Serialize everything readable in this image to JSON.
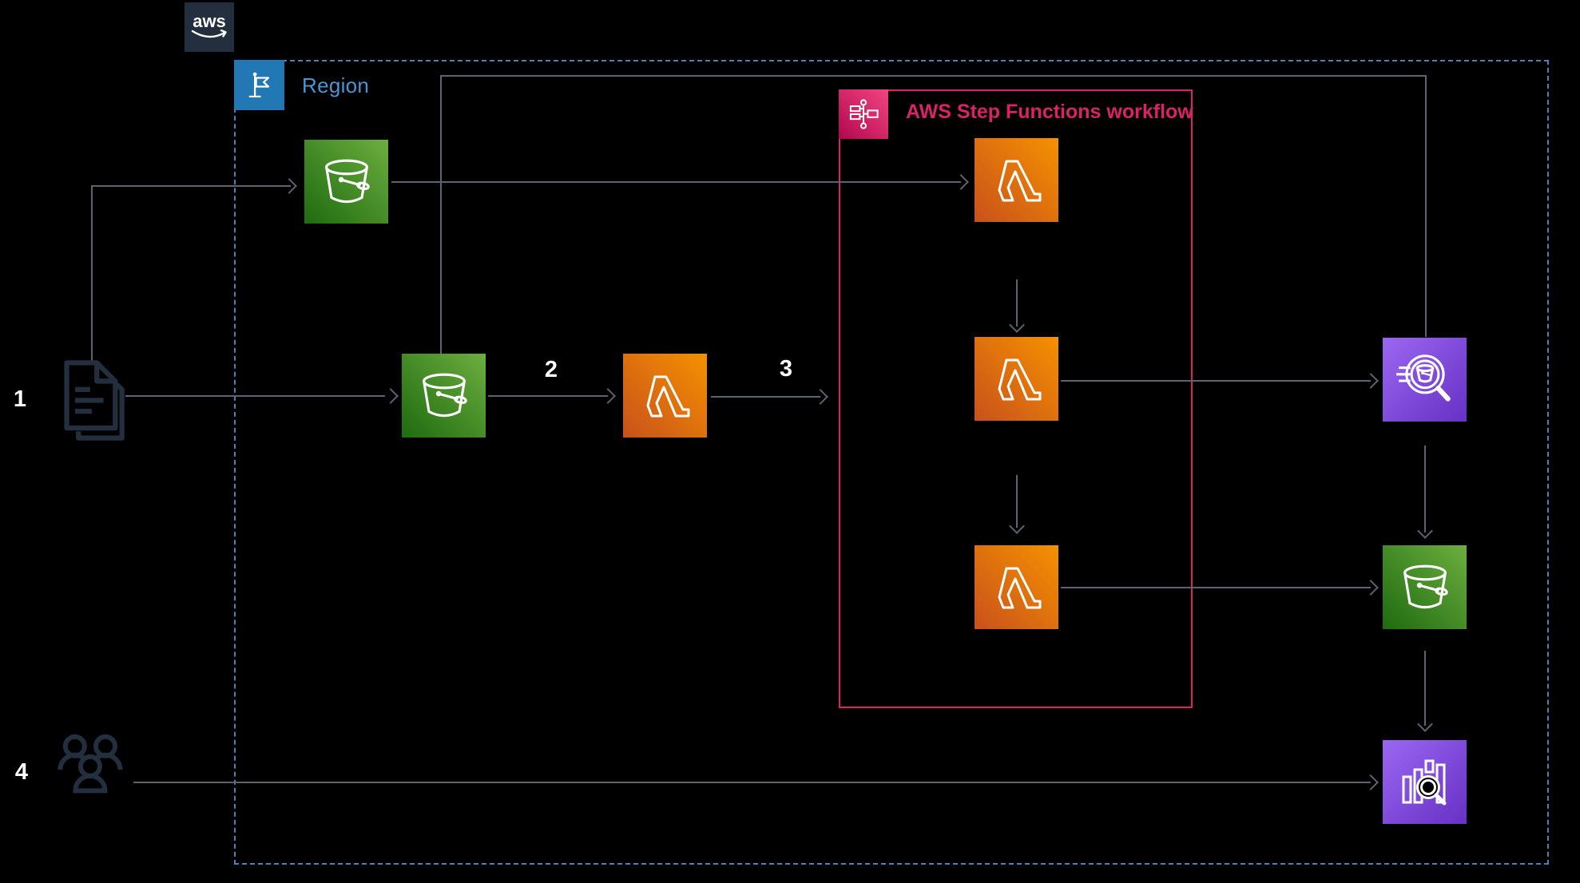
{
  "aws_logo": {
    "label": "aws"
  },
  "region": {
    "label": "Region"
  },
  "step_functions": {
    "label": "AWS Step Functions workflow"
  },
  "steps": {
    "n1": "1",
    "n2": "2",
    "n3": "3",
    "n4": "4"
  },
  "icons": [
    {
      "name": "aws-logo",
      "depicts": "AWS logo with smile"
    },
    {
      "name": "region-flag-icon",
      "depicts": "AWS Region flag"
    },
    {
      "name": "documents-icon",
      "depicts": "stacked documents"
    },
    {
      "name": "s3-bucket-top-icon",
      "depicts": "Amazon S3 bucket"
    },
    {
      "name": "s3-bucket-source-icon",
      "depicts": "Amazon S3 bucket"
    },
    {
      "name": "lambda-trigger-icon",
      "depicts": "AWS Lambda function"
    },
    {
      "name": "step-functions-icon",
      "depicts": "AWS Step Functions workflow"
    },
    {
      "name": "lambda-step1-icon",
      "depicts": "AWS Lambda function"
    },
    {
      "name": "lambda-step2-icon",
      "depicts": "AWS Lambda function"
    },
    {
      "name": "lambda-step3-icon",
      "depicts": "AWS Lambda function"
    },
    {
      "name": "search-bucket-icon",
      "depicts": "magnifying glass over S3 bucket (analytics query service)"
    },
    {
      "name": "s3-bucket-results-icon",
      "depicts": "Amazon S3 bucket"
    },
    {
      "name": "analytics-dashboard-icon",
      "depicts": "bar chart with magnifying glass (BI dashboard service)"
    },
    {
      "name": "users-icon",
      "depicts": "group of users"
    }
  ],
  "colors": {
    "background": "#000000",
    "dark_navy": "#232F3E",
    "connector_gray": "#5B6572",
    "region_border_blue": "#4A82B8",
    "region_label_blue": "#4A96D2",
    "region_flag_blue": "#2278B4",
    "step_functions_pink": "#DA2268",
    "lambda_orange_dark": "#C8511B",
    "lambda_orange_light": "#F59100",
    "s3_green_dark": "#1F6B10",
    "s3_green_light": "#6CAE3F",
    "analytics_purple_dark": "#6731C4",
    "analytics_purple_light": "#9A67F1",
    "label_white": "#FFFFFF"
  }
}
